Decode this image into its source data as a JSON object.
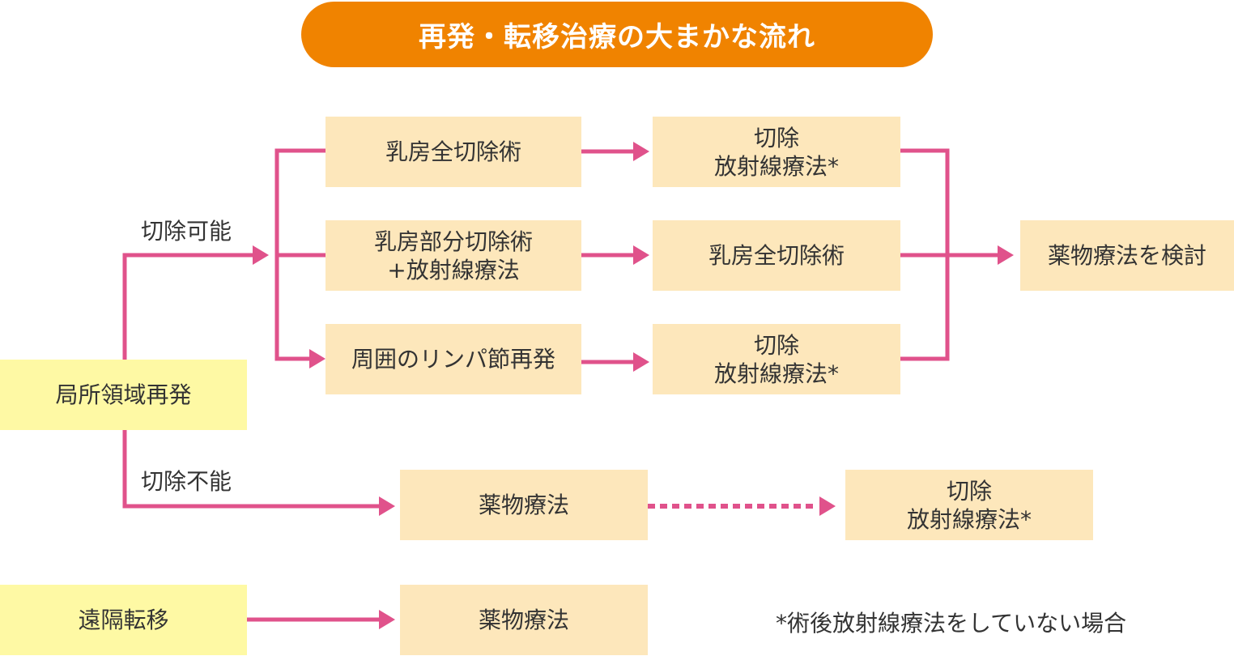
{
  "title": "再発・転移治療の大まかな流れ",
  "colors": {
    "title_bg": "#F08300",
    "connector": "#E0528B",
    "origin_box": "#FEF9A4",
    "step_box": "#FDE7BB",
    "text": "#333333"
  },
  "origins": {
    "local_recurrence": "局所領域再発",
    "distant_metastasis": "遠隔転移"
  },
  "branches": {
    "resectable": "切除可能",
    "unresectable": "切除不能"
  },
  "resectable_paths": [
    {
      "first": [
        "乳房全切除術"
      ],
      "then": [
        "切除",
        "放射線療法*"
      ]
    },
    {
      "first": [
        "乳房部分切除術",
        "+放射線療法"
      ],
      "then": [
        "乳房全切除術"
      ]
    },
    {
      "first": [
        "周囲のリンパ節再発"
      ],
      "then": [
        "切除",
        "放射線療法*"
      ]
    }
  ],
  "resectable_outcome": "薬物療法を検討",
  "unresectable_path": {
    "first": "薬物療法",
    "then": [
      "切除",
      "放射線療法*"
    ]
  },
  "distant_path": {
    "first": "薬物療法"
  },
  "footnote": "*術後放射線療法をしていない場合"
}
